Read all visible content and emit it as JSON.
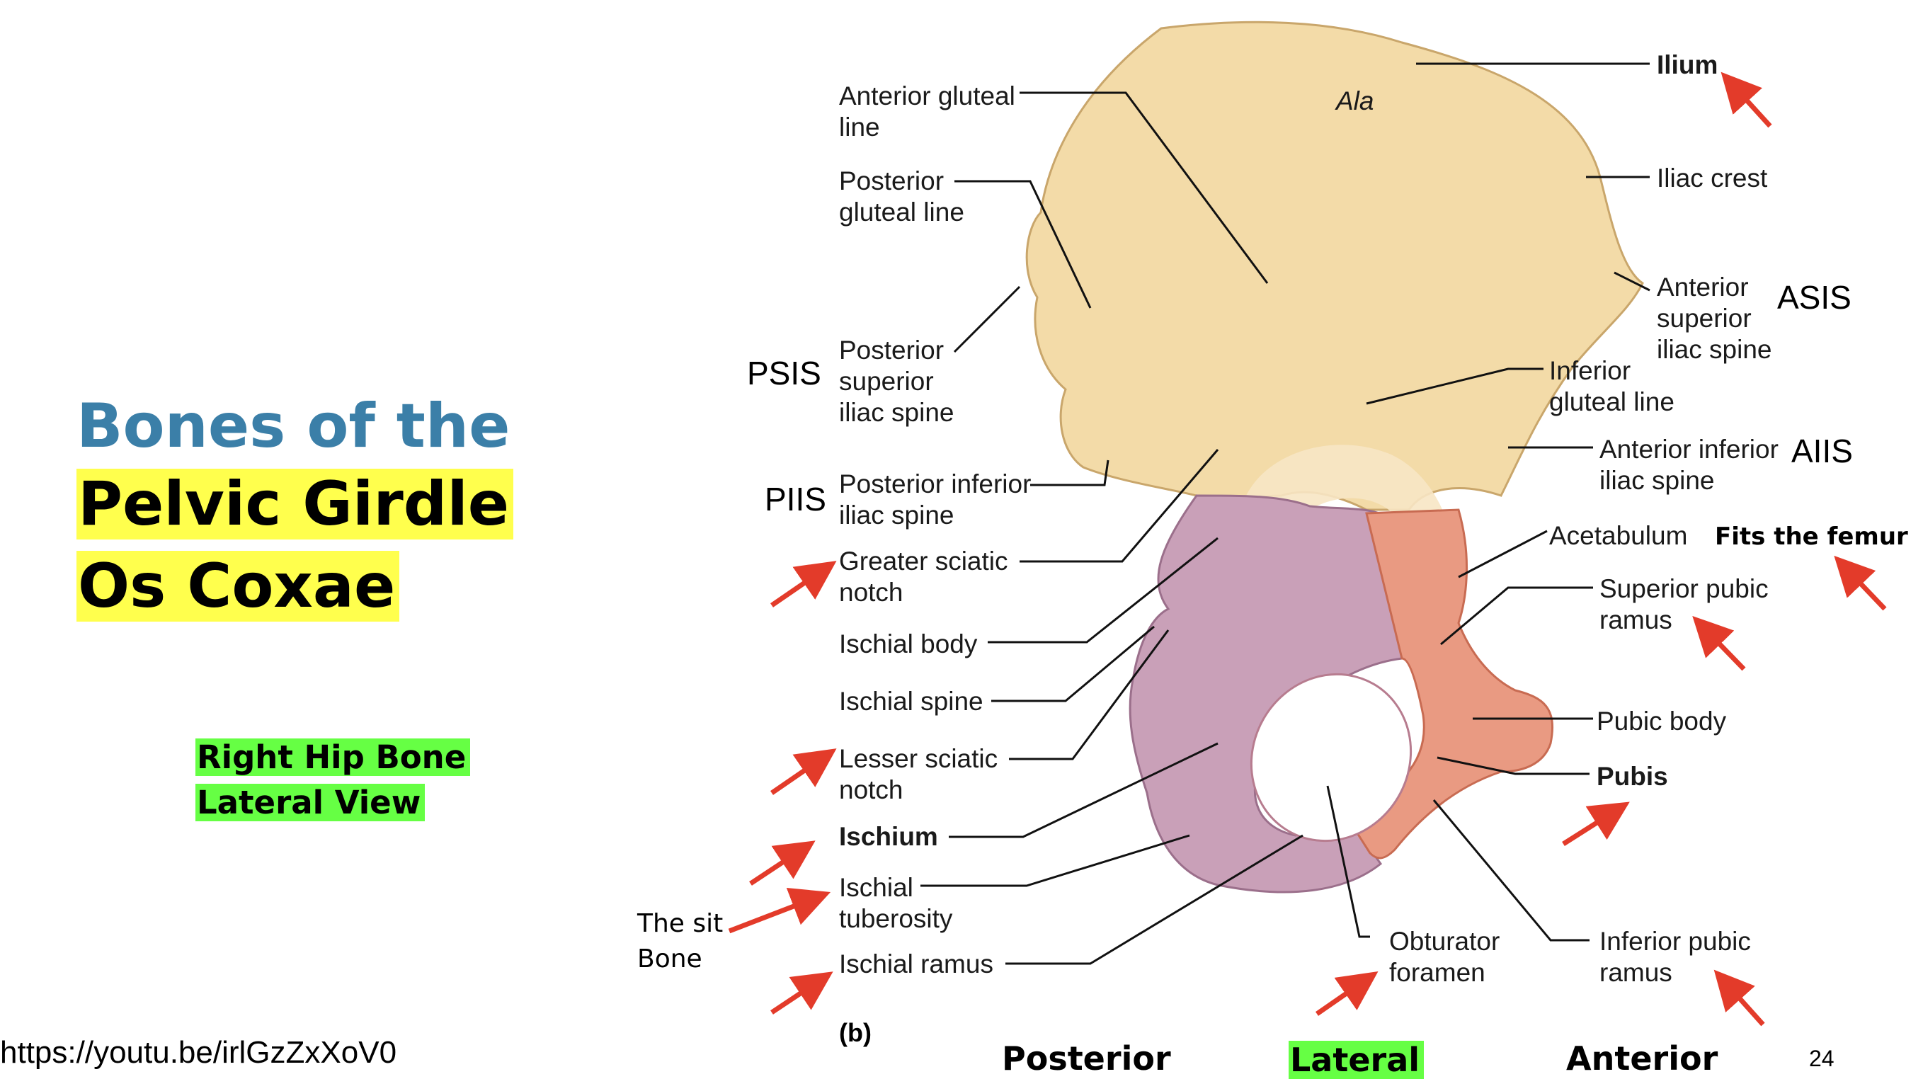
{
  "slide": {
    "title_line1": "Bones of the",
    "title_line2": "Pelvic Girdle",
    "title_line3": "Os Coxae",
    "subtitle_line1": "Right Hip Bone",
    "subtitle_line2": "Lateral View",
    "url": "https://youtu.be/irlGzZxXoV0",
    "page_number": "24",
    "figure_letter": "(b)"
  },
  "labels": {
    "anterior_gluteal_line": [
      "Anterior gluteal",
      "line"
    ],
    "posterior_gluteal_line": [
      "Posterior",
      "gluteal line"
    ],
    "posterior_superior_iliac_spine": [
      "Posterior",
      "superior",
      "iliac spine"
    ],
    "posterior_inferior_iliac_spine": [
      "Posterior inferior",
      "iliac spine"
    ],
    "greater_sciatic_notch": [
      "Greater sciatic",
      "notch"
    ],
    "ischial_body": "Ischial body",
    "ischial_spine": "Ischial spine",
    "lesser_sciatic_notch": [
      "Lesser sciatic",
      "notch"
    ],
    "ischium": "Ischium",
    "ischial_tuberosity": [
      "Ischial",
      "tuberosity"
    ],
    "ischial_ramus": "Ischial ramus",
    "ala": "Ala",
    "ilium": "Ilium",
    "iliac_crest": "Iliac crest",
    "anterior_superior_iliac_spine": [
      "Anterior",
      "superior",
      "iliac spine"
    ],
    "inferior_gluteal_line": [
      "Inferior",
      "gluteal line"
    ],
    "anterior_inferior_iliac_spine": [
      "Anterior inferior",
      "iliac spine"
    ],
    "acetabulum": "Acetabulum",
    "superior_pubic_ramus": [
      "Superior pubic",
      "ramus"
    ],
    "pubic_body": "Pubic body",
    "pubis": "Pubis",
    "obturator_foramen": [
      "Obturator",
      "foramen"
    ],
    "inferior_pubic_ramus": [
      "Inferior pubic",
      "ramus"
    ]
  },
  "annotations": {
    "psis": "PSIS",
    "piis": "PIIS",
    "asis": "ASIS",
    "aiis": "AIIS",
    "fits_femur": "Fits the femur",
    "sit_bone_line1": "The sit",
    "sit_bone_line2": "Bone"
  },
  "directions": {
    "posterior": "Posterior",
    "lateral": "Lateral",
    "anterior": "Anterior"
  },
  "colors": {
    "title_blue": "#3b7fa8",
    "highlight_yellow": "#ffff4d",
    "highlight_green": "#66ff44",
    "arrow_red": "#e33b2a",
    "ilium": "#f3dba8",
    "ischium": "#c9a0b8",
    "pubis": "#e99a82"
  }
}
